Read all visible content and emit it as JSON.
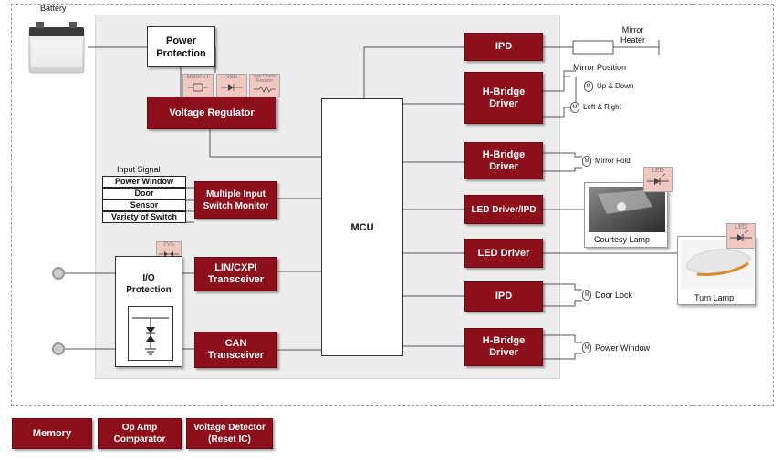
{
  "battery": {
    "label": "Battery"
  },
  "power_protection": {
    "line1": "Power",
    "line2": "Protection"
  },
  "voltage_regulator": {
    "label": "Voltage Regulator",
    "parts": [
      {
        "label": "MOSFET"
      },
      {
        "label": "SBD"
      },
      {
        "label": "Low Ohmic Resistor"
      }
    ]
  },
  "input_signal": {
    "title": "Input Signal",
    "items": [
      "Power Window",
      "Door",
      "Sensor",
      "Variety of Switch"
    ]
  },
  "switch_monitor": {
    "line1": "Multiple Input",
    "line2": "Switch Monitor"
  },
  "io_protection": {
    "line1": "I/O",
    "line2": "Protection",
    "tvs": "TVS"
  },
  "lin": {
    "line1": "LIN/CXPI",
    "line2": "Transceiver"
  },
  "can": {
    "line1": "CAN",
    "line2": "Transceiver"
  },
  "mcu": {
    "label": "MCU"
  },
  "right_blocks": {
    "ipd1": "IPD",
    "hbridge1": {
      "line1": "H-Bridge",
      "line2": "Driver"
    },
    "hbridge2": {
      "line1": "H-Bridge",
      "line2": "Driver"
    },
    "led_driver_ipd": "LED Driver/IPD",
    "led_driver": "LED Driver",
    "ipd2": "IPD",
    "hbridge3": {
      "line1": "H-Bridge",
      "line2": "Driver"
    }
  },
  "loads": {
    "mirror_heater": {
      "line1": "Mirror",
      "line2": "Heater"
    },
    "mirror_position": "Mirror Position",
    "up_down": "Up & Down",
    "left_right": "Left & Right",
    "mirror_fold": "Mirror Fold",
    "courtesy_lamp": "Courtesy Lamp",
    "turn_lamp": "Turn Lamp",
    "door_lock": "Door Lock",
    "power_window": "Power Window",
    "led_tag": "LED",
    "motor_symbol": "M"
  },
  "bottom": {
    "memory": "Memory",
    "op_amp": {
      "line1": "Op Amp",
      "line2": "Comparator"
    },
    "voltage_detector": {
      "line1": "Voltage Detector",
      "line2": "(Reset IC)"
    }
  },
  "colors": {
    "block_red": "#8e0f1c",
    "tag_pink": "#f2c7c2",
    "panel_gray": "#ececec"
  }
}
